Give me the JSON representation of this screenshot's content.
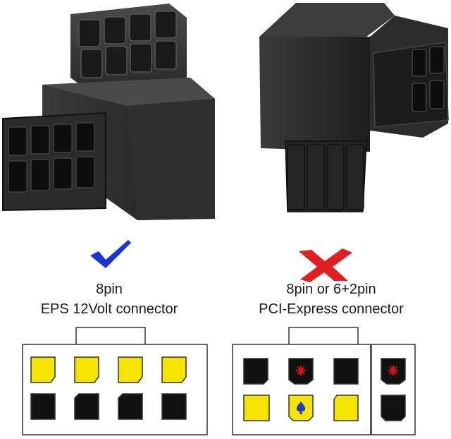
{
  "left": {
    "status_icon": "checkmark-icon",
    "status_color": "#1a34d6",
    "line1": "8pin",
    "line2": "EPS 12Volt connector"
  },
  "right": {
    "status_icon": "cross-icon",
    "status_color": "#e02020",
    "line1": "8pin or 6+2pin",
    "line2": "PCI-Express connector"
  },
  "colors": {
    "pin_yellow": "#f5e400",
    "pin_black": "#111111",
    "marker_red": "#e01010",
    "marker_blue": "#1a3cc8"
  }
}
